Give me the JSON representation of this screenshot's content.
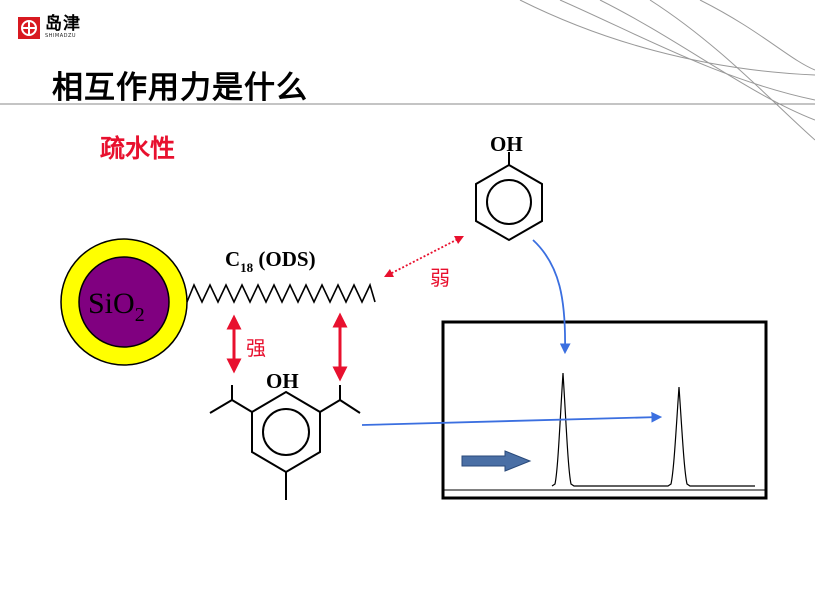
{
  "header": {
    "logo_cn": "岛津",
    "logo_en": "SHIMADZU",
    "title": "相互作用力是什么"
  },
  "diagram": {
    "section_label": "疏水性",
    "particle_label": "SiO",
    "particle_subscript": "2",
    "chain_label_prefix": "C",
    "chain_label_subscript": "18",
    "chain_label_suffix": " (ODS)",
    "phenol_label": "OH",
    "hindered_phenol_label": "OH",
    "weak_label": "弱",
    "strong_label": "强"
  },
  "colors": {
    "particle_outer": "#ffff00",
    "particle_inner": "#800080",
    "accent_red": "#e8102e",
    "flow_blue": "#3b6fe0",
    "flow_arrow_fill": "#4a6fa5"
  }
}
